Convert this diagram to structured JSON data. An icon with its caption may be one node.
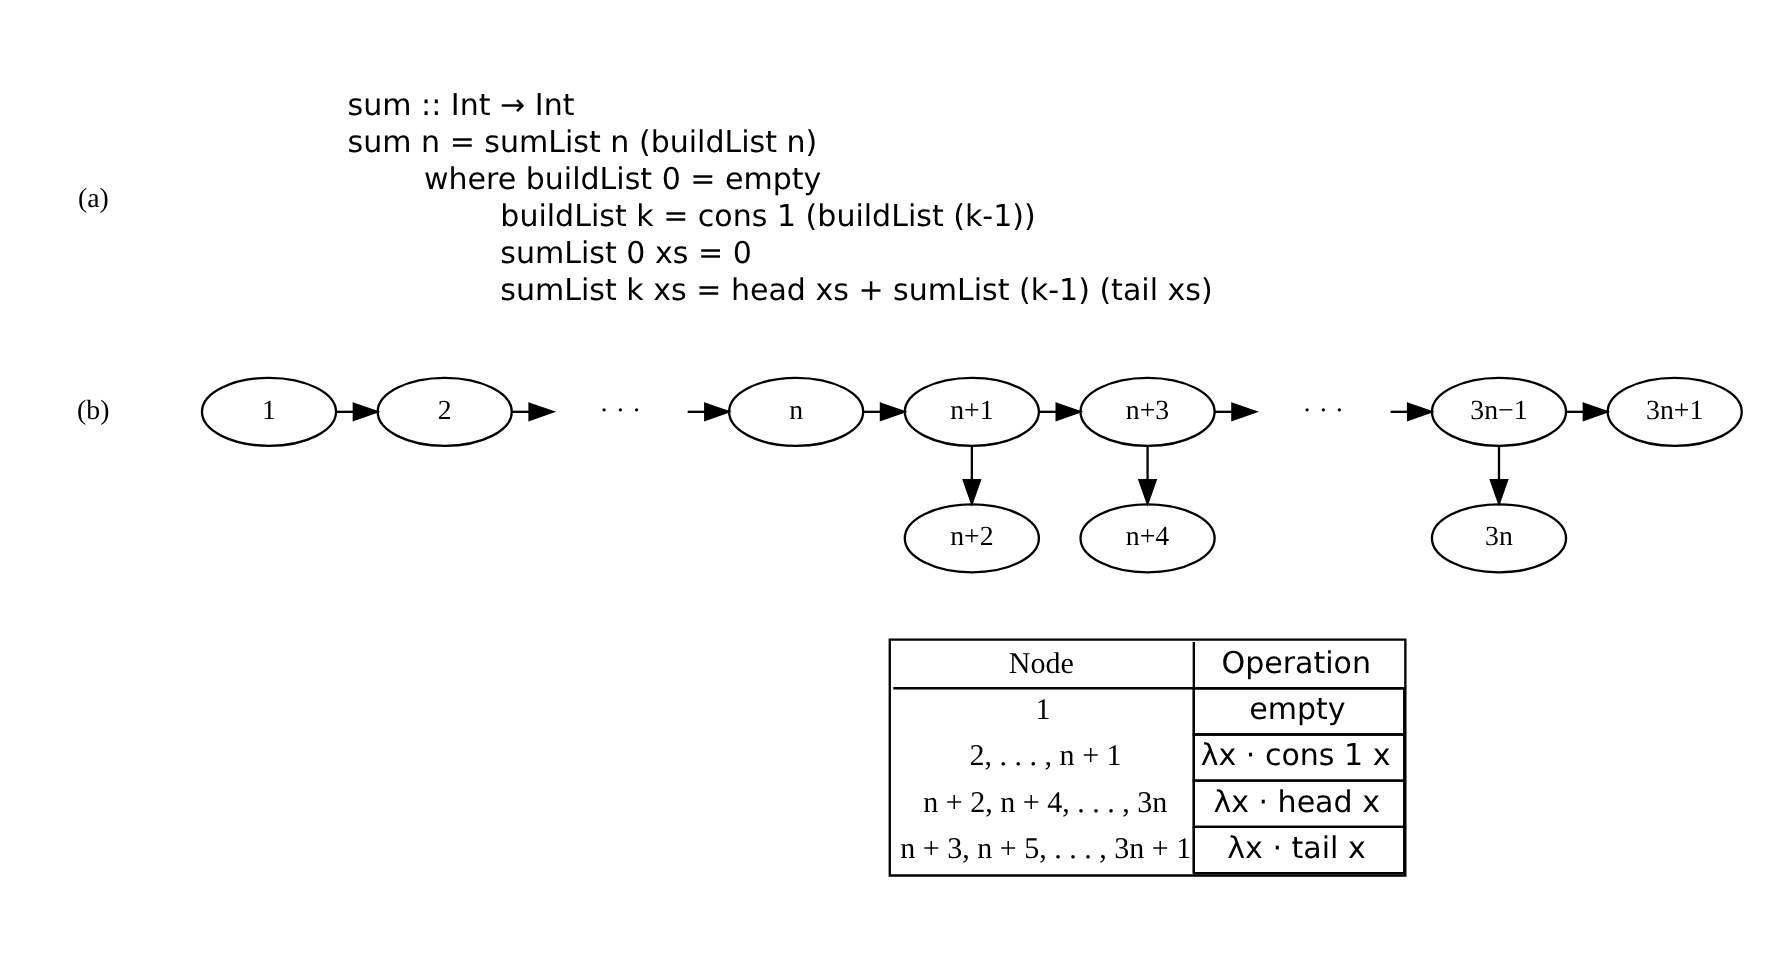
{
  "diagram": {
    "nodes": [
      {
        "text": [
          "1"
        ]
      },
      {
        "text": [
          "2"
        ]
      },
      {
        "text": [
          "· · ·"
        ]
      },
      {
        "text": [
          "n"
        ]
      },
      {
        "text": [
          "n+1"
        ]
      },
      {
        "text": [
          "n+3"
        ]
      },
      {
        "text": [
          "· · ·"
        ]
      },
      {
        "text": [
          "3n−1"
        ]
      },
      {
        "text": [
          "3n+1"
        ]
      },
      {
        "text": [
          "n+2"
        ]
      },
      {
        "text": [
          "n+4"
        ]
      },
      {
        "text": [
          "3n"
        ]
      }
    ],
    "edges": [
      {
        "from": 0,
        "to": 1,
        "arrow": "to"
      },
      {
        "from": 1,
        "to": 2,
        "arrow": "to"
      },
      {
        "from": 2,
        "to": 3,
        "arrow": "to"
      },
      {
        "from": 3,
        "to": 4,
        "arrow": "to"
      },
      {
        "from": 4,
        "to": 5,
        "arrow": "to"
      },
      {
        "from": 5,
        "to": 6,
        "arrow": "to"
      },
      {
        "from": 6,
        "to": 7,
        "arrow": "to"
      },
      {
        "from": 7,
        "to": 8,
        "arrow": "to"
      },
      {
        "from": 4,
        "to": 9,
        "arrow": "to"
      },
      {
        "from": 5,
        "to": 10,
        "arrow": "to"
      },
      {
        "from": 7,
        "to": 11,
        "arrow": "to"
      }
    ],
    "labels": [
      "(a)",
      "sum :: Int → Int",
      "sum n = sumList n (buildList n)",
      "where buildList 0 = empty",
      "buildList k = cons 1 (buildList (k-1))",
      "sumList 0 xs = 0",
      "sumList k xs = head xs + sumList (k-1) (tail xs)",
      "(b)",
      "Node",
      "Operation",
      "1",
      "empty",
      "2, . . . , n + 1",
      "λx · cons 1 x",
      "n + 2, n + 4, . . . , 3n",
      "λx · head x",
      "n + 3, n + 5, . . . , 3n + 1",
      "λx · tail x"
    ]
  }
}
